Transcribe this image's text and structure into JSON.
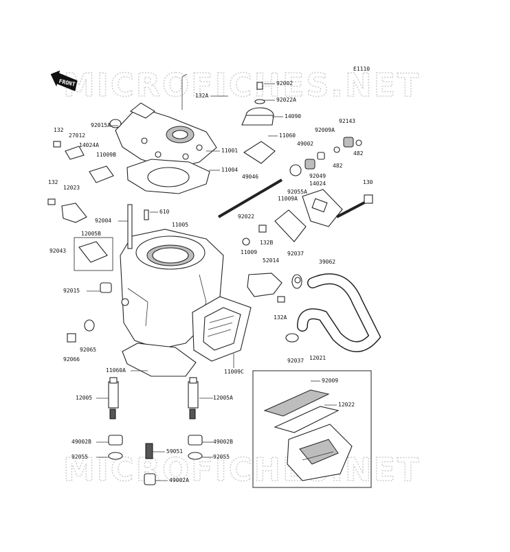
{
  "diagram_id": "E1110",
  "front_label": "FRONT",
  "watermarks": [
    "MICROFICHES.NET",
    "MICROFICHES.NET"
  ],
  "parts": {
    "p92002": "92002",
    "p132A_top": "132A",
    "p92022A": "92022A",
    "p14090": "14090",
    "p92015A": "92015A",
    "p132_a": "132",
    "p27012": "27012",
    "p14024A": "14024A",
    "p11009B": "11009B",
    "p11001": "11001",
    "p11060": "11060",
    "p92009A": "92009A",
    "p92143": "92143",
    "p49002": "49002",
    "p482_a": "482",
    "p482_b": "482",
    "p92049": "92049",
    "p11004": "11004",
    "p49046": "49046",
    "p92055A": "92055A",
    "p14024": "14024",
    "p130": "130",
    "p132_b": "132",
    "p12023": "12023",
    "p11009A": "11009A",
    "p92004": "92004",
    "p610": "610",
    "p11005": "11005",
    "p92022": "92022",
    "p132B": "132B",
    "p12005B": "12005B",
    "p92043": "92043",
    "p11009": "11009",
    "p52014": "52014",
    "p92037_a": "92037",
    "p39062": "39062",
    "p92015": "92015",
    "p132A_mid": "132A",
    "p92065": "92065",
    "p92066": "92066",
    "p11009C": "11009C",
    "p92037_b": "92037",
    "p12021": "12021",
    "p11060A": "11060A",
    "p92009": "92009",
    "p12005": "12005",
    "p12005A": "12005A",
    "p12022": "12022",
    "p49002B_a": "49002B",
    "p49002B_b": "49002B",
    "p59051": "59051",
    "p92055_a": "92055",
    "p92055_b": "92055",
    "p49002A": "49002A"
  }
}
